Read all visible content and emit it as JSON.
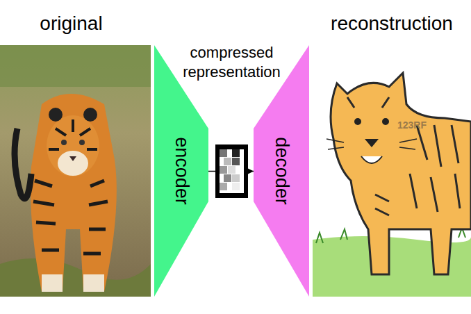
{
  "diagram": {
    "nodes": [
      {
        "text": [
          "encoder"
        ]
      },
      {
        "text": [
          "compressed representation"
        ]
      },
      {
        "text": [
          "decoder"
        ]
      }
    ],
    "edges": [
      {
        "from": 0,
        "to": 1,
        "arrow": "none"
      },
      {
        "from": 1,
        "to": 2,
        "arrow": "to"
      }
    ],
    "labels": [
      "original",
      "reconstruction",
      "123RF"
    ]
  }
}
